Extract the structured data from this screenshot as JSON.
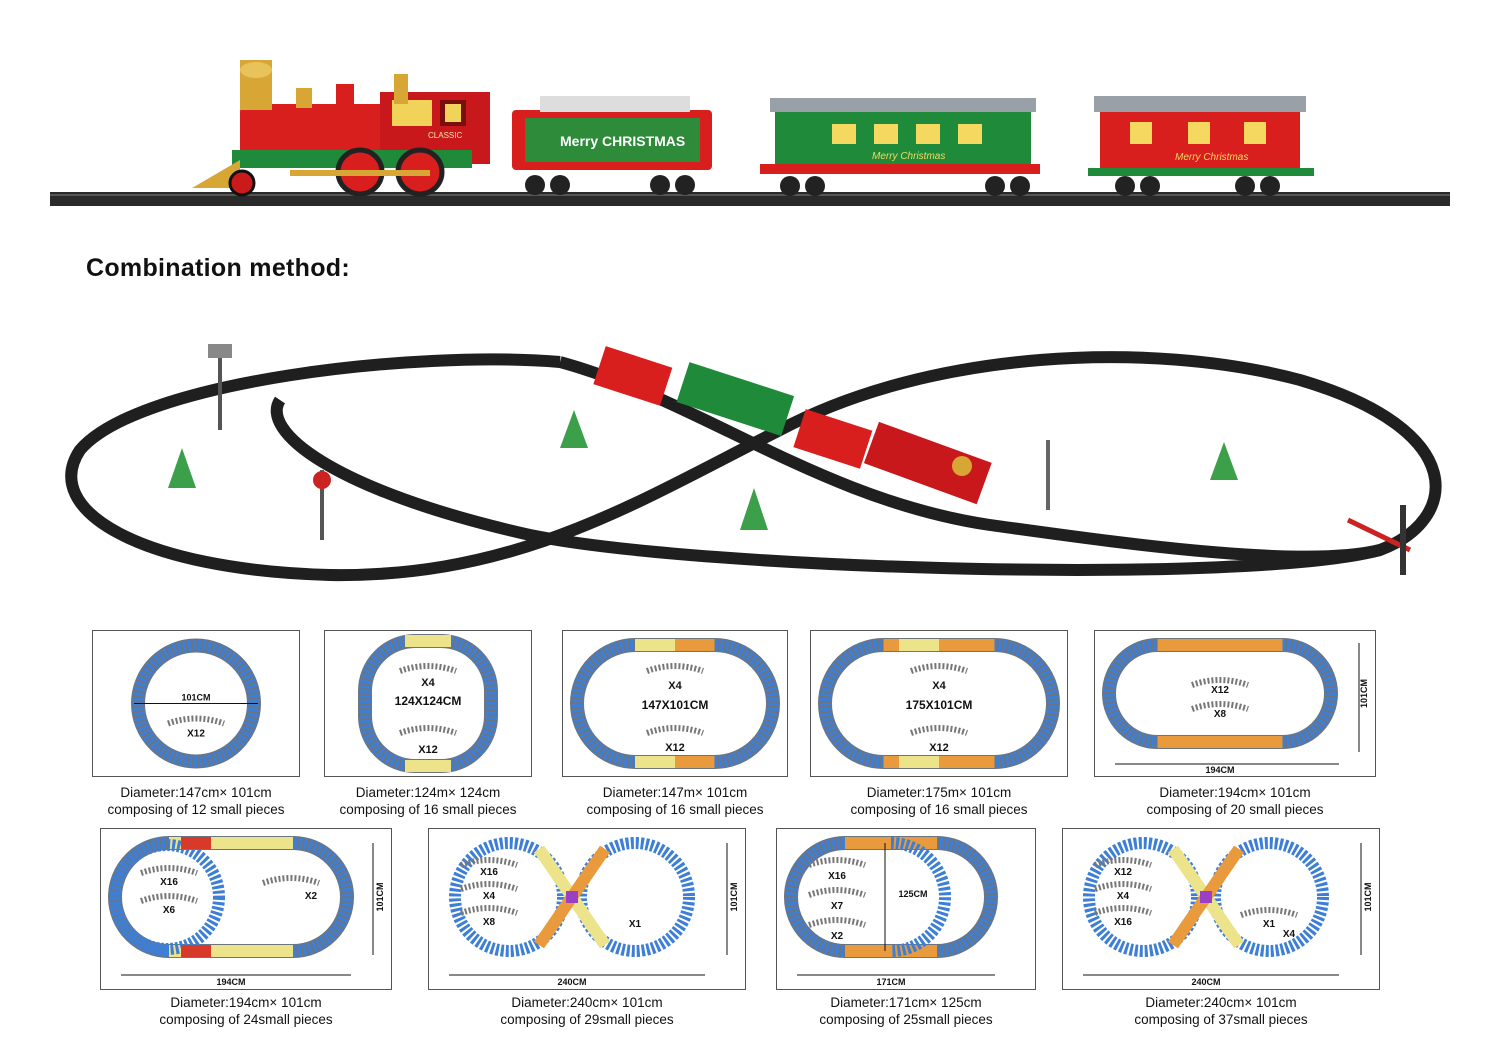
{
  "heading": "Combination method:",
  "layouts": [
    {
      "diameter": "Diameter:147cm× 101cm",
      "composition": "composing of 12 small pieces",
      "labels": {
        "dim": "101CM",
        "c1": "X12"
      }
    },
    {
      "diameter": "Diameter:124m× 124cm",
      "composition": "composing of 16 small pieces",
      "labels": {
        "size": "124X124CM",
        "c1": "X4",
        "c2": "X12"
      }
    },
    {
      "diameter": "Diameter:147m× 101cm",
      "composition": "composing of 16 small pieces",
      "labels": {
        "size": "147X101CM",
        "c1": "X4",
        "c2": "X12"
      }
    },
    {
      "diameter": "Diameter:175m× 101cm",
      "composition": "composing of 16 small pieces",
      "labels": {
        "size": "175X101CM",
        "c1": "X4",
        "c2": "X12"
      }
    },
    {
      "diameter": "Diameter:194cm× 101cm",
      "composition": "composing of 20 small pieces",
      "labels": {
        "w": "194CM",
        "h": "101CM",
        "c1": "X12",
        "c2": "X8"
      }
    },
    {
      "diameter": "Diameter:194cm× 101cm",
      "composition": "composing of 24small pieces",
      "labels": {
        "w": "194CM",
        "h": "101CM",
        "c1": "X16",
        "c2": "X6",
        "c3": "X2"
      }
    },
    {
      "diameter": "Diameter:240cm× 101cm",
      "composition": "composing of 29small pieces",
      "labels": {
        "w": "240CM",
        "h": "101CM",
        "c1": "X16",
        "c2": "X4",
        "c3": "X8",
        "c4": "X1"
      }
    },
    {
      "diameter": "Diameter:171cm× 125cm",
      "composition": "composing of 25small pieces",
      "labels": {
        "w": "171CM",
        "h": "125CM",
        "c1": "X16",
        "c2": "X7",
        "c3": "X2"
      }
    },
    {
      "diameter": "Diameter:240cm× 101cm",
      "composition": "composing of 37small pieces",
      "labels": {
        "w": "240CM",
        "h": "101CM",
        "c1": "X12",
        "c2": "X4",
        "c3": "X16",
        "c4": "X1",
        "c5": "X4"
      }
    }
  ],
  "train_text": {
    "engine": "CLASSIC",
    "tender": "Merry CHRISTMAS",
    "car": "Merry Christmas"
  },
  "colors": {
    "track_blue": "#3d7fd6",
    "track_white": "#dfe6ee",
    "track_yellow": "#ece38a",
    "track_orange": "#e89a3c",
    "track_red": "#d83a2a",
    "track_green": "#8bcb45",
    "train_red": "#d91e1e",
    "train_green": "#1f8a3a",
    "gold": "#d7a634"
  }
}
